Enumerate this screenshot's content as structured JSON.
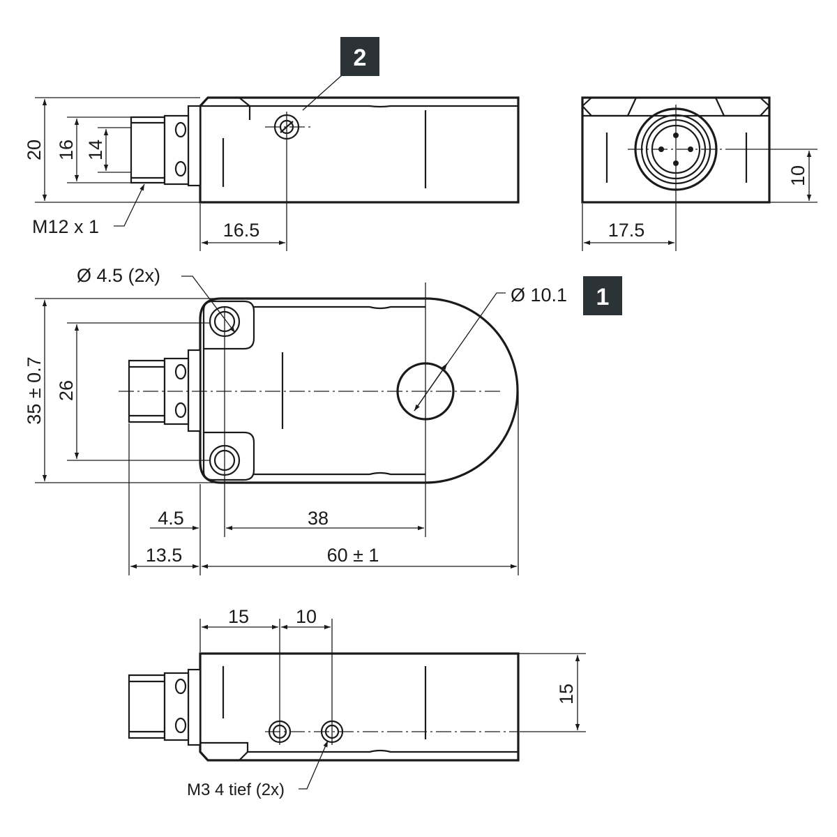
{
  "dimensions": {
    "side_height": "20",
    "side_16": "16",
    "side_14": "14",
    "thread": "M12 x 1",
    "side_16_5": "16.5",
    "end_17_5": "17.5",
    "end_10": "10",
    "hole_dia": "Ø 4.5 (2x)",
    "face_dia": "Ø 10.1",
    "width_35": "35 ± 0.7",
    "hole_pitch_26": "26",
    "dim_4_5": "4.5",
    "dim_38": "38",
    "dim_13_5": "13.5",
    "length_60": "60 ± 1",
    "dim_15_top": "15",
    "dim_10_top": "10",
    "dim_15_right": "15",
    "m3_threads": "M3 4 tief (2x)"
  },
  "badges": {
    "badge_1": "1",
    "badge_2": "2"
  },
  "colors": {
    "line": "#1a1a1a",
    "badge_bg": "#2b3336"
  }
}
